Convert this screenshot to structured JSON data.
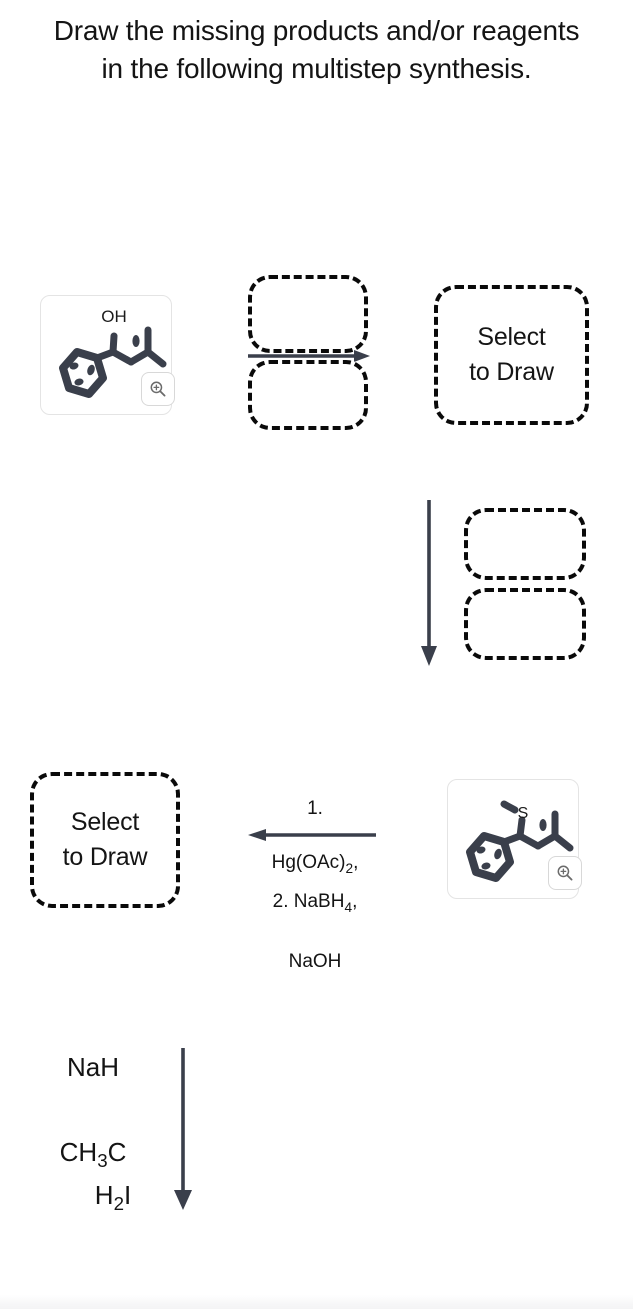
{
  "prompt": {
    "text": "Draw the missing products and/or reagents in the following multistep synthesis."
  },
  "colors": {
    "bond": "#3a3f4b",
    "arrow": "#3a3f4b",
    "dash": "#0a0a0a",
    "card_border": "#e4e4e4",
    "text": "#141414"
  },
  "scheme": {
    "step1": {
      "reactant": {
        "name": "4-methyl-1-phenylpentan-2-ol",
        "label_oh": "OH",
        "zoom_icon": "magnifier-plus-icon"
      },
      "reagent_top_placeholder": "",
      "reagent_bottom_placeholder": "",
      "arrow_direction": "right",
      "product": {
        "label": "Select\nto Draw"
      }
    },
    "step2": {
      "arrow_direction": "down",
      "reagent_top_placeholder": "",
      "reagent_bottom_placeholder": ""
    },
    "step3": {
      "arrow_direction": "left",
      "reagent_above": "1.\nHg(OAc)2,",
      "reagent_above_parts": {
        "line1": "1.",
        "line2_pre": "Hg(OAc)",
        "line2_sub": "2",
        "line2_post": ","
      },
      "reagent_below_parts": {
        "pre": "2. NaBH",
        "sub": "4",
        "post": ",",
        "line2": "NaOH"
      },
      "product_left": {
        "label": "Select\nto Draw"
      },
      "reactant_right": {
        "name": "methyl(4-methyl-1-phenylpentan-2-yl)sulfane",
        "label_s": "S",
        "zoom_icon": "magnifier-plus-icon"
      }
    },
    "step4": {
      "arrow_direction": "down",
      "reagent_lines": [
        "NaH",
        "CH3C",
        "H2I"
      ],
      "reagent_line1": "NaH",
      "reagent_line2_parts": {
        "pre": "CH",
        "sub": "3",
        "post": "C"
      },
      "reagent_line3_parts": {
        "pre": "H",
        "sub": "2",
        "post": "I"
      }
    }
  }
}
